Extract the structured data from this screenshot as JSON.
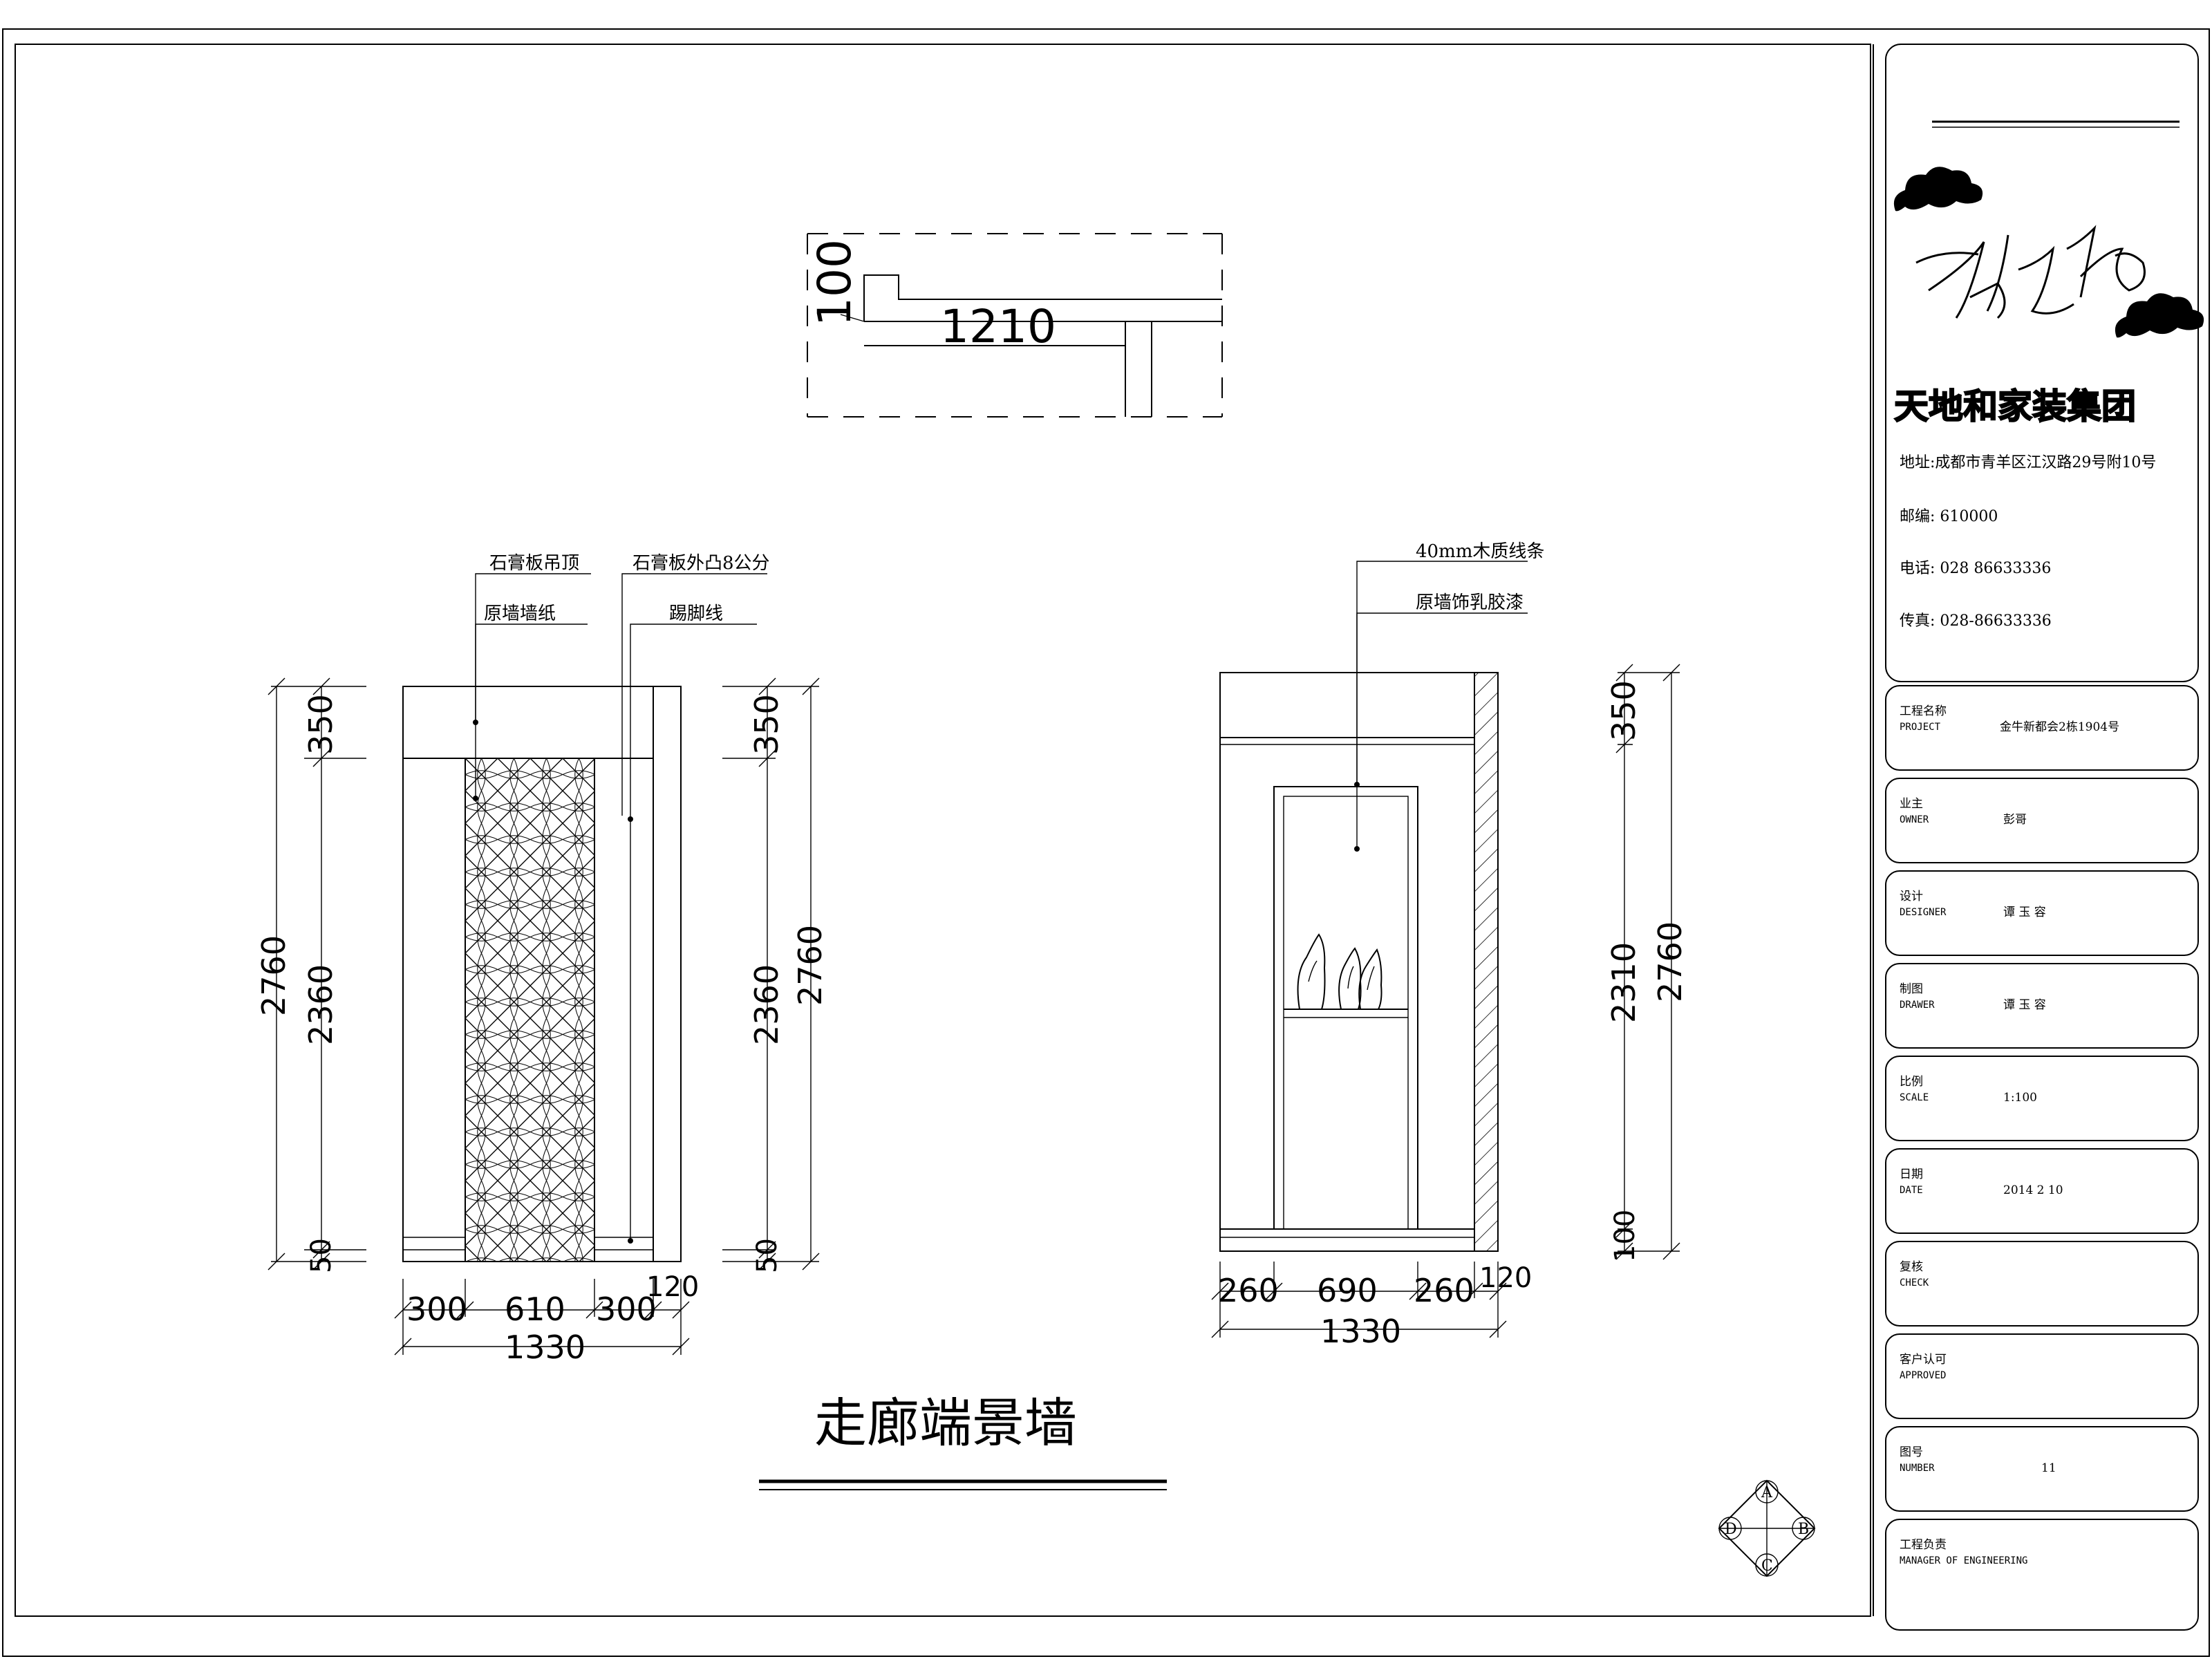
{
  "plan": {
    "dim_100": "100",
    "dim_1210": "1210"
  },
  "left_elevation": {
    "notes": {
      "ceiling": "石膏板吊顶",
      "wallpaper": "原墙墙纸",
      "protrude": "石膏板外凸8公分",
      "skirting": "踢脚线"
    },
    "dims_vertical": {
      "total": "2760",
      "middle": "2360",
      "top": "350",
      "bottom": "50"
    },
    "dims_horizontal": {
      "a": "300",
      "b": "610",
      "c": "300",
      "d": "120",
      "total": "1330"
    }
  },
  "right_elevation": {
    "notes": {
      "wood_strip": "40mm木质线条",
      "latex_paint": "原墙饰乳胶漆"
    },
    "dims_vertical": {
      "top": "350",
      "middle": "2310",
      "bottom": "100",
      "total": "2760"
    },
    "dims_horizontal": {
      "a": "260",
      "b": "690",
      "c": "260",
      "d": "120",
      "total": "1330"
    }
  },
  "drawing_title": "走廊端景墙",
  "compass": {
    "a": "A",
    "b": "B",
    "c": "C",
    "d": "D"
  },
  "title_block": {
    "brand": "天地和家装集团",
    "address": "地址:成都市青羊区江汉路29号附10号",
    "postcode": "邮编: 610000",
    "phone": "电话: 028 86633336",
    "fax": "传真: 028-86633336",
    "rows": [
      {
        "label_cn": "工程名称",
        "label_en": "PROJECT",
        "value": "金牛新都会2栋1904号"
      },
      {
        "label_cn": "业主",
        "label_en": "OWNER",
        "value": "彭哥"
      },
      {
        "label_cn": "设计",
        "label_en": "DESIGNER",
        "value": "谭 玉 容"
      },
      {
        "label_cn": "制图",
        "label_en": "DRAWER",
        "value": "谭 玉 容"
      },
      {
        "label_cn": "比例",
        "label_en": "SCALE",
        "value": "1:100"
      },
      {
        "label_cn": "日期",
        "label_en": "DATE",
        "value": "2014 2 10"
      },
      {
        "label_cn": "复核",
        "label_en": "CHECK",
        "value": ""
      },
      {
        "label_cn": "客户认可",
        "label_en": "APPROVED",
        "value": ""
      },
      {
        "label_cn": "图号",
        "label_en": "NUMBER",
        "value": "11"
      },
      {
        "label_cn": "工程负责",
        "label_en": "MANAGER OF ENGINEERING",
        "value": ""
      }
    ]
  }
}
